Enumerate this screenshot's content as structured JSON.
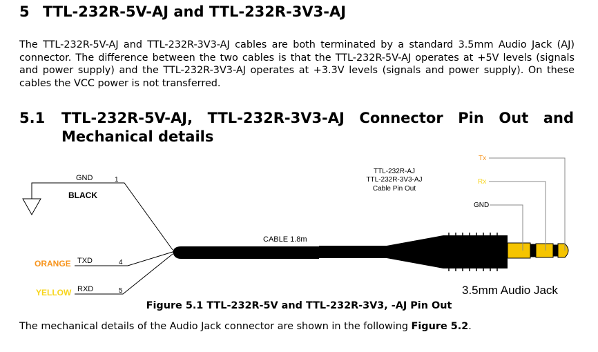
{
  "section": {
    "number": "5",
    "title": "TTL-232R-5V-AJ and TTL-232R-3V3-AJ",
    "paragraph": "The TTL-232R-5V-AJ and TTL-232R-3V3-AJ cables are both terminated by a standard 3.5mm Audio Jack (AJ) connector. The difference between the two cables is that the TTL-232R-5V-AJ operates at +5V levels (signals and power supply) and the TTL-232R-3V3-AJ operates at +3.3V levels (signals and power supply). On these cables the VCC power is not transferred."
  },
  "subsection": {
    "number": "5.1",
    "title_line1": "TTL-232R-5V-AJ, TTL-232R-3V3-AJ Connector Pin Out and",
    "title_line2": "Mechanical details"
  },
  "figure": {
    "pins": [
      {
        "signal": "GND",
        "pin": "1",
        "color_label": "BLACK",
        "color": "#000000"
      },
      {
        "signal": "TXD",
        "pin": "4",
        "color_label": "ORANGE",
        "color": "#f7941d"
      },
      {
        "signal": "RXD",
        "pin": "5",
        "color_label": "YELLOW",
        "color": "#f7d51d"
      }
    ],
    "cable_label": "CABLE 1.8m",
    "pinout_title": [
      "TTL-232R-AJ",
      "TTL-232R-3V3-AJ",
      "Cable Pin Out"
    ],
    "jack_labels": [
      {
        "text": "Tx",
        "color": "#f7941d"
      },
      {
        "text": "Rx",
        "color": "#f7d51d"
      },
      {
        "text": "GND",
        "color": "#000000"
      }
    ],
    "jack_name": "3.5mm Audio Jack",
    "caption": "Figure 5.1 TTL-232R-5V and TTL-232R-3V3, -AJ Pin Out"
  },
  "tail": {
    "text": "The mechanical details of the Audio Jack connector are shown in the following ",
    "ref": "Figure 5.2",
    "end": "."
  }
}
